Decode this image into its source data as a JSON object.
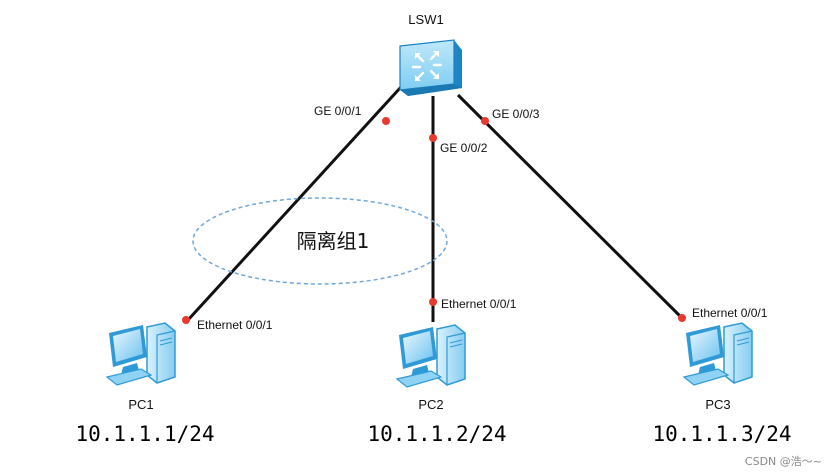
{
  "switch": {
    "name": "LSW1",
    "icon": "switch-icon"
  },
  "links": [
    {
      "switch_port": "GE 0/0/1",
      "pc_port": "Ethernet 0/0/1"
    },
    {
      "switch_port": "GE 0/0/2",
      "pc_port": "Ethernet 0/0/1"
    },
    {
      "switch_port": "GE 0/0/3",
      "pc_port": "Ethernet 0/0/1"
    }
  ],
  "pcs": [
    {
      "name": "PC1",
      "ip": "10.1.1.1/24",
      "icon": "pc-icon"
    },
    {
      "name": "PC2",
      "ip": "10.1.1.2/24",
      "icon": "pc-icon"
    },
    {
      "name": "PC3",
      "ip": "10.1.1.3/24",
      "icon": "pc-icon"
    }
  ],
  "isolation_group": {
    "label": "隔离组1"
  },
  "watermark": "CSDN @浩～~",
  "colors": {
    "link": "#111111",
    "port_dot": "#e8392f",
    "group_outline": "#6fa8dc",
    "device_blue": "#2f9ad6"
  }
}
